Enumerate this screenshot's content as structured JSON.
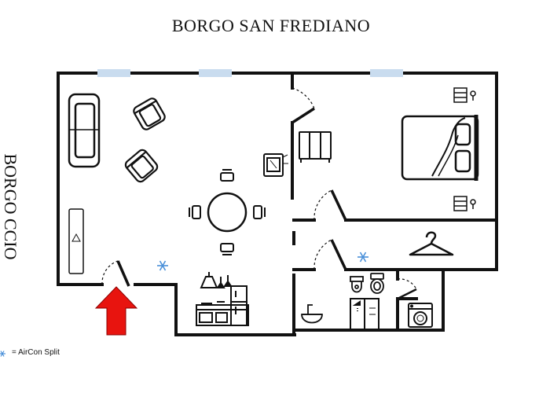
{
  "labels": {
    "street_top": "BORGO SAN FREDIANO",
    "street_side": "BORGO CCIO"
  },
  "legend": {
    "symbol": "❄",
    "text": "= AirCon Split"
  },
  "colors": {
    "wall": "#111111",
    "window": "#c9dcef",
    "entrance_arrow": "#e8140f",
    "aircon": "#4a90d9"
  },
  "icons": [
    "sofa-icon",
    "armchair-icon",
    "dining-table-icon",
    "tv-icon",
    "shelf-icon",
    "bed-icon",
    "nightstand-icon",
    "hanger-icon",
    "kitchen-icon",
    "toilet-icon",
    "bidet-icon",
    "sink-icon",
    "shower-icon",
    "washing-machine-icon",
    "entrance-arrow-icon",
    "snowflake-icon"
  ]
}
